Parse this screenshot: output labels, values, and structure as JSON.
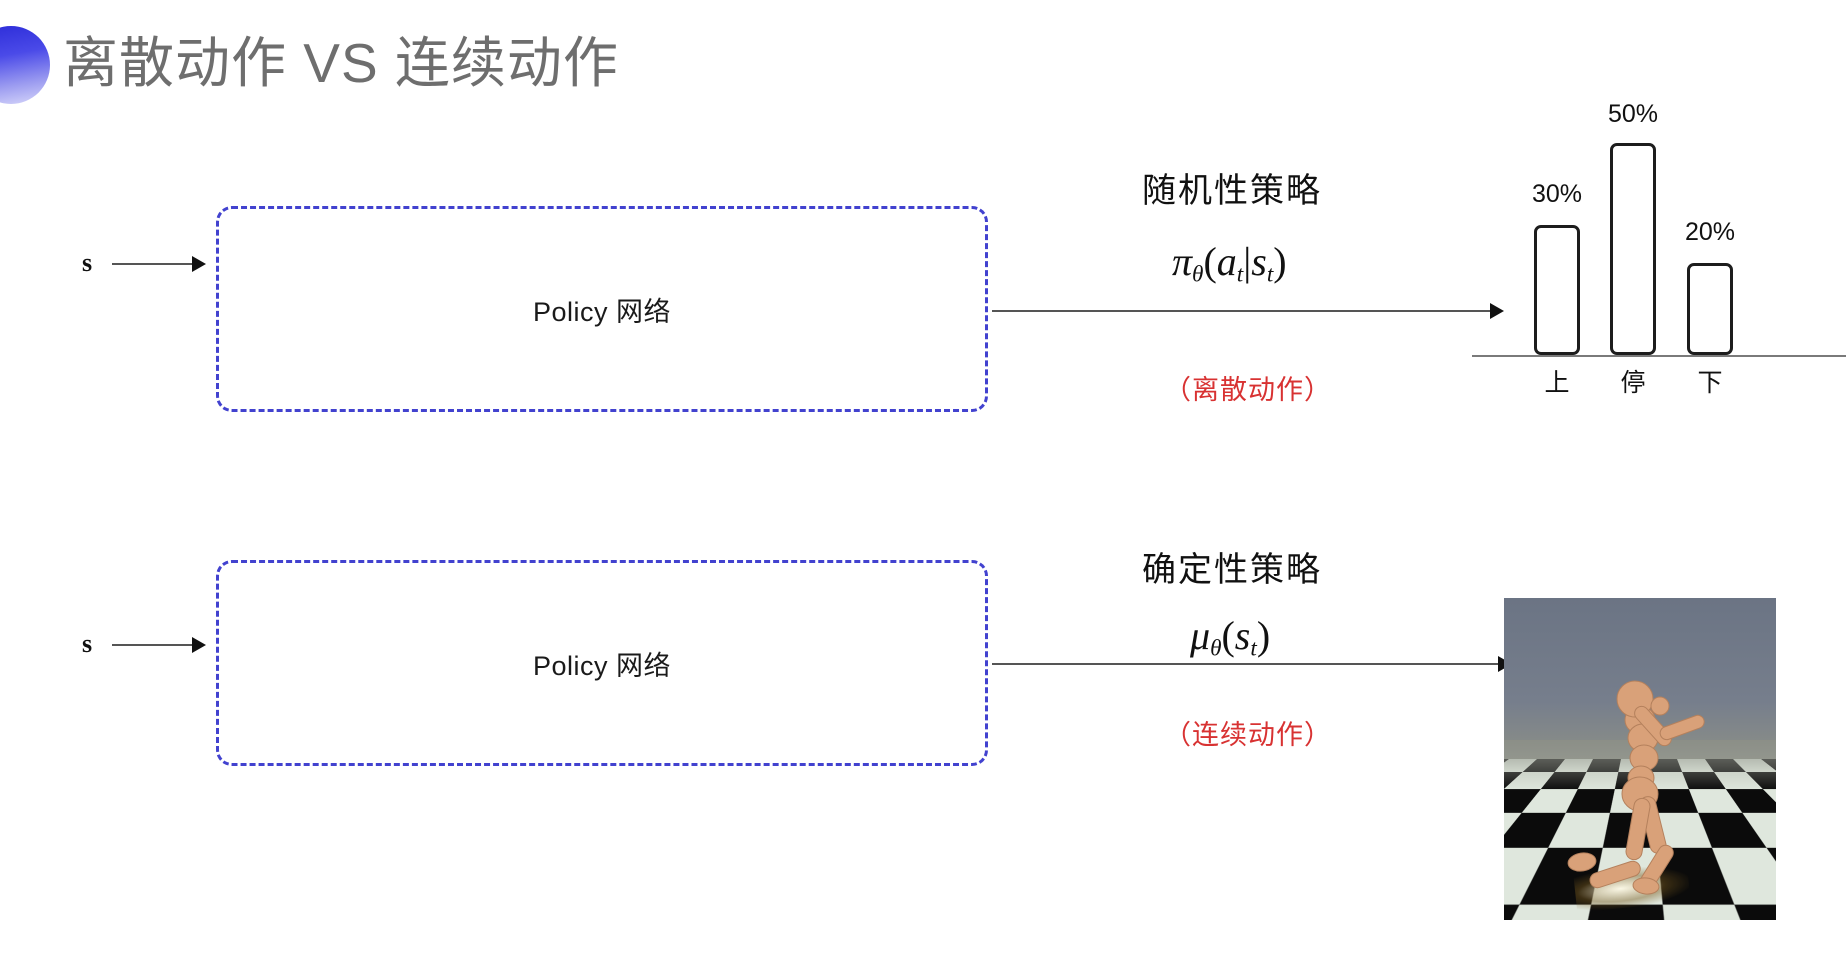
{
  "slide": {
    "title": "离散动作 VS 连续动作",
    "bullet_gradient_from": "#2b2bd8",
    "bullet_gradient_to": "#d8d8fa",
    "title_color": "#6e6e6e",
    "background": "#ffffff"
  },
  "rows": [
    {
      "key": "discrete",
      "input_label": "s",
      "policy_box_label": "Policy 网络",
      "policy_box_border_color": "#4242cf",
      "annotation_title": "随机性策略",
      "formula_main": "π",
      "formula_sub": "θ",
      "formula_rest_open": "(",
      "formula_arg1": "a",
      "formula_arg1_sub": "t",
      "formula_bar": "|",
      "formula_arg2": "s",
      "formula_arg2_sub": "t",
      "formula_rest_close": ")",
      "red_note": "（离散动作）",
      "red_note_color": "#d83232"
    },
    {
      "key": "continuous",
      "input_label": "s",
      "policy_box_label": "Policy 网络",
      "policy_box_border_color": "#4242cf",
      "annotation_title": "确定性策略",
      "formula_main": "μ",
      "formula_sub": "θ",
      "formula_rest_open": "(",
      "formula_arg1": "s",
      "formula_arg1_sub": "t",
      "formula_rest_close": ")",
      "red_note": "（连续动作）",
      "red_note_color": "#d83232"
    }
  ],
  "chart_data": {
    "type": "bar",
    "title": "",
    "xlabel": "",
    "ylabel": "",
    "categories": [
      "上",
      "停",
      "下"
    ],
    "values": [
      30,
      50,
      20
    ],
    "value_labels": [
      "30%",
      "50%",
      "20%"
    ],
    "ylim": [
      0,
      60
    ],
    "grid": false,
    "legend": "none",
    "bar_fill": "#ffffff",
    "bar_stroke": "#1d1d1d",
    "axis_color": "#7a7a7a"
  },
  "humanoid": {
    "caption": "",
    "sky_color": "#6f7888",
    "floor_light": "#dfe7dd",
    "floor_dark": "#0b0b0b",
    "body_color": "#d8a078"
  }
}
